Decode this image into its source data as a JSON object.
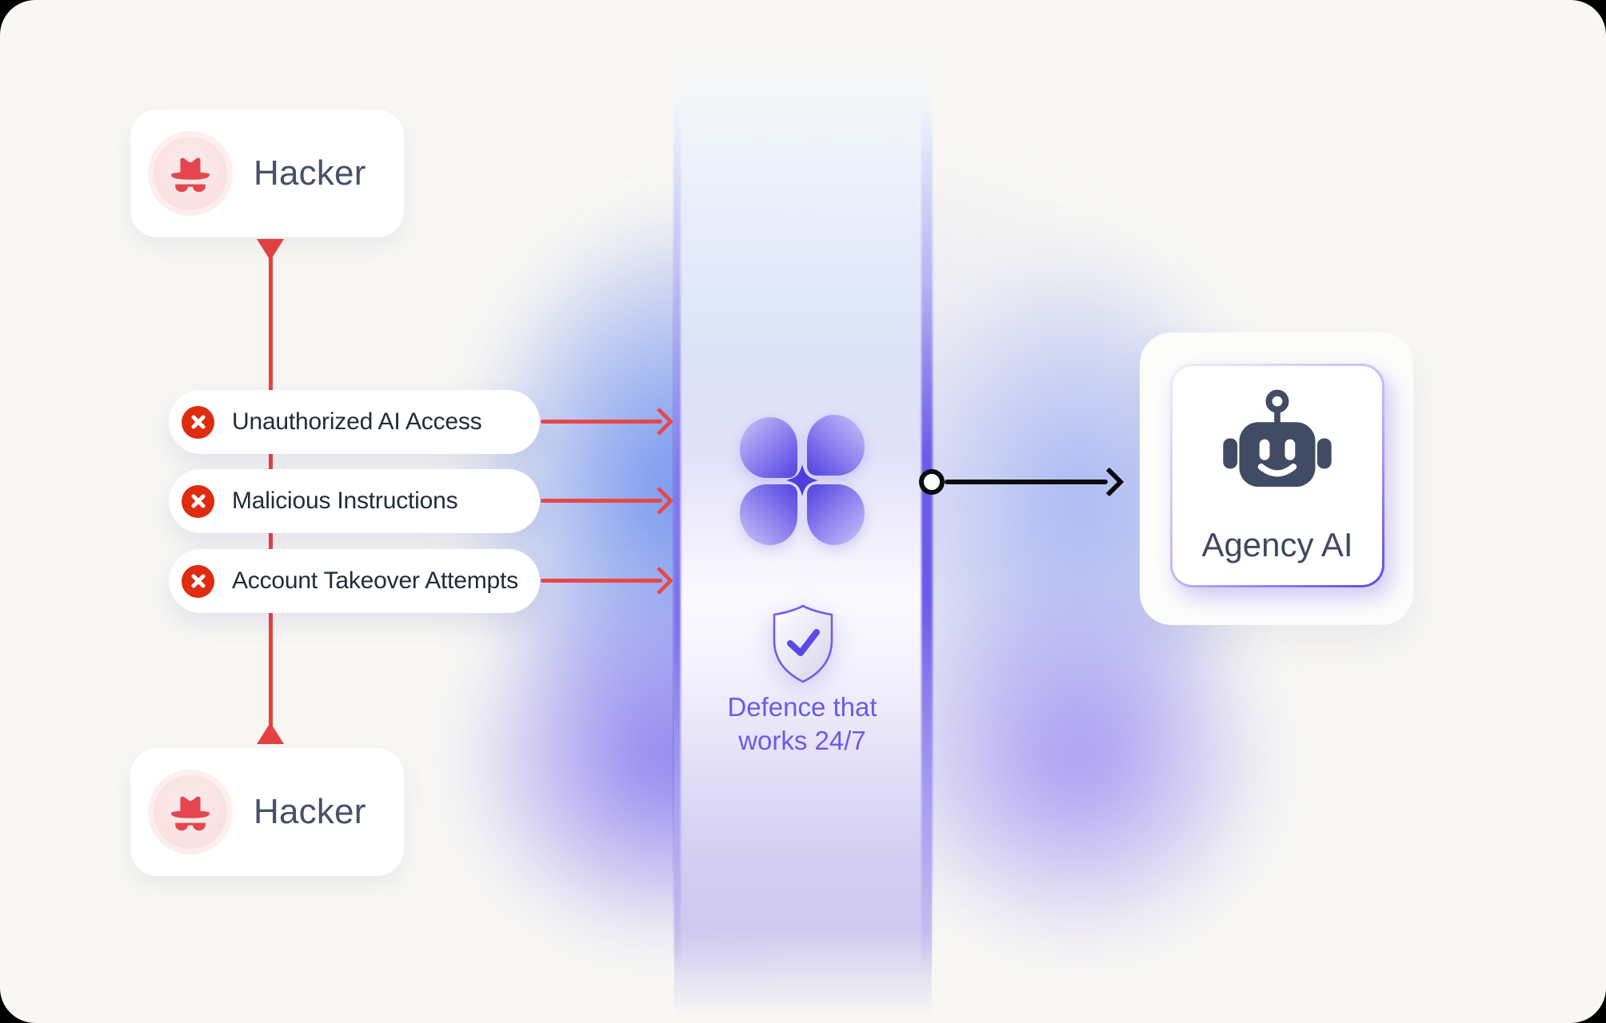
{
  "diagram": {
    "hacker_top": {
      "label": "Hacker"
    },
    "hacker_bottom": {
      "label": "Hacker"
    },
    "threats": [
      {
        "label": "Unauthorized AI Access"
      },
      {
        "label": "Malicious Instructions"
      },
      {
        "label": "Account Takeover Attempts"
      }
    ],
    "defence": {
      "line1": "Defence that",
      "line2": "works 24/7"
    },
    "agency": {
      "label": "Agency AI"
    }
  },
  "icons": {
    "hacker": "incognito-spy-icon",
    "threat": "x-circle-icon",
    "defence_logo": "petal-flower-icon",
    "defence_badge": "shield-check-icon",
    "agency": "robot-icon"
  },
  "colors": {
    "background": "#F8F7F4",
    "card": "#FFFFFF",
    "attack_red": "#E5423F",
    "threat_badge_red": "#DF2B10",
    "avatar_pink": "#FADBDB",
    "hacker_icon_red": "#E5464E",
    "slate_text": "#47506A",
    "pill_text": "#232B3B",
    "purple_primary": "#5B45E8",
    "purple_text": "#6A5BE6",
    "beam_blue": "#7C9BEC",
    "robot_slate": "#414B63",
    "pass_black": "#0C0C10"
  }
}
